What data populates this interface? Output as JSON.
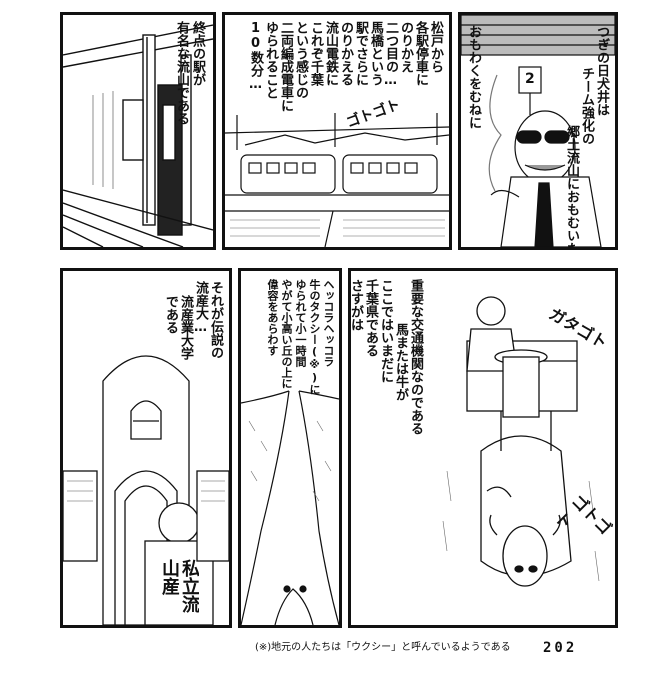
{
  "panels": {
    "p1": {
      "lines": [
        "終点の駅が",
        "有名な流山である"
      ]
    },
    "p2": {
      "lines": [
        "松戸から",
        "各駅停車に",
        "のりかえ",
        "二つ目の…",
        "馬橋という",
        "駅でさらに",
        "のりかえる",
        "流山電鉄に",
        "これぞ千葉",
        "という感じの",
        "二両編成電車に",
        "ゆられること",
        "10数分…"
      ],
      "sfx": "ゴトゴト"
    },
    "p3": {
      "lines": [
        "つぎの日犬井は",
        "チーム強化の",
        "おもわくをむねに",
        "郷土流山におもむいた"
      ],
      "platform_sign": "2"
    },
    "p4": {
      "lines": [
        "それが伝説の",
        "流産大…",
        "流産業大学",
        "である"
      ],
      "gate_sign": "私立流山産"
    },
    "p5": {
      "lines": [
        "ヘッコラヘッコラ",
        "牛のタクシー(※)に",
        "ゆられて小一時間",
        "やがて小高い丘の上に",
        "偉容をあらわす"
      ]
    },
    "p6": {
      "lines": [
        "さすがは",
        "千葉県である",
        "ここではいまだに",
        "馬または牛が",
        "重要な交通機関なのである"
      ],
      "sfx1": "ガタゴト",
      "sfx2": "ゴトゴト"
    }
  },
  "footnote": "(※)地元の人たちは「ウクシー」と呼んでいるようである",
  "page_number": "202"
}
